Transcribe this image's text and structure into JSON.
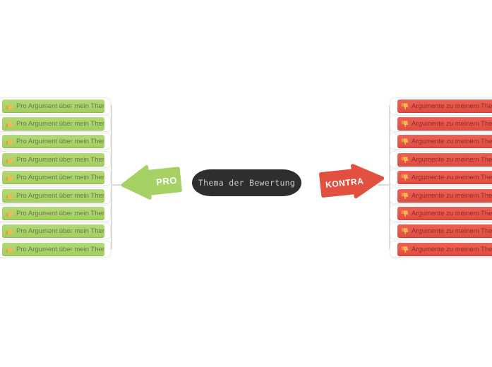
{
  "page": {
    "background": "#ffffff",
    "connector_color": "#dcdcdc"
  },
  "center_node": {
    "label": "Thema der Bewertung",
    "bg_color": "#2e2e2e",
    "text_color": "#cbcbcb"
  },
  "pro_branch": {
    "arrow_label": "PRO",
    "arrow_color": "#a6d164",
    "item_bg_color": "#a7d364",
    "item_text_color": "#6d7752",
    "item_icon": "thumbs-up-icon",
    "items": [
      {
        "text": "Pro Argument über mein Thema"
      },
      {
        "text": "Pro Argument über mein Thema"
      },
      {
        "text": "Pro Argument über mein Thema"
      },
      {
        "text": "Pro Argument über mein Thema"
      },
      {
        "text": "Pro Argument über mein Thema"
      },
      {
        "text": "Pro Argument über mein Thema"
      },
      {
        "text": "Pro Argument über mein Thema"
      },
      {
        "text": "Pro Argument über mein Thema"
      },
      {
        "text": "Pro Argument über mein Thema"
      }
    ]
  },
  "kontra_branch": {
    "arrow_label": "KONTRA",
    "arrow_color": "#e2513f",
    "item_bg_color": "#e65348",
    "item_text_color": "#8e2c22",
    "item_icon": "thumbs-down-icon",
    "items": [
      {
        "text": "Argumente zu meinem Thema"
      },
      {
        "text": "Argumente zu meinem Thema"
      },
      {
        "text": "Argumente zu meinem Thema"
      },
      {
        "text": "Argumente zu meinem Thema"
      },
      {
        "text": "Argumente zu meinem Thema"
      },
      {
        "text": "Argumente zu meinem Thema"
      },
      {
        "text": "Argumente zu meinem Thema"
      },
      {
        "text": "Argumente zu meinem Thema"
      },
      {
        "text": "Argumente zu meinem Thema"
      }
    ]
  }
}
